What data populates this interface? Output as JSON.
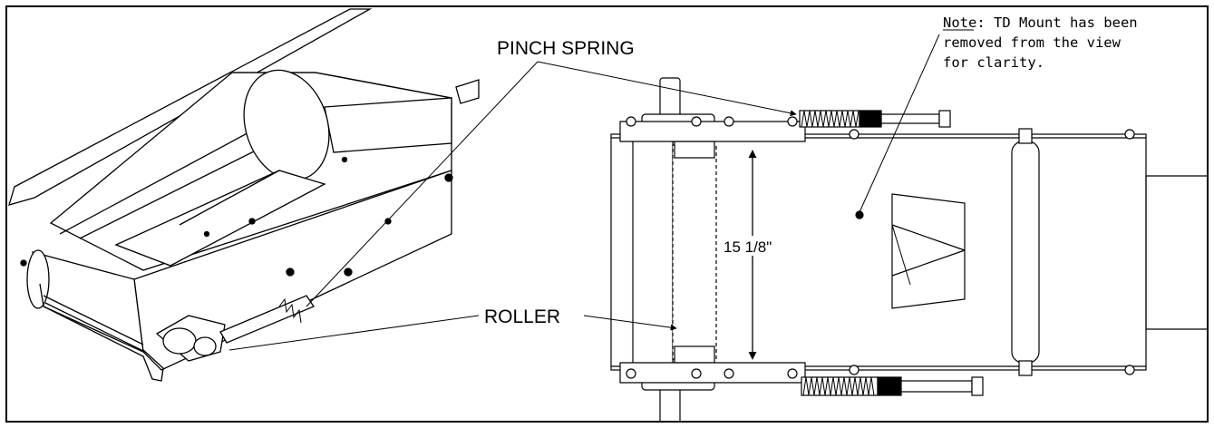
{
  "labels": {
    "pinch_spring": "PINCH SPRING",
    "roller": "ROLLER",
    "dimension": "15 1/8\"",
    "note_line1": "Note: TD Mount has been",
    "note_line2": "removed from the view",
    "note_line3": "for clarity."
  },
  "colors": {
    "line": "#000000",
    "background": "#ffffff",
    "gray": "#8a8a8a"
  }
}
